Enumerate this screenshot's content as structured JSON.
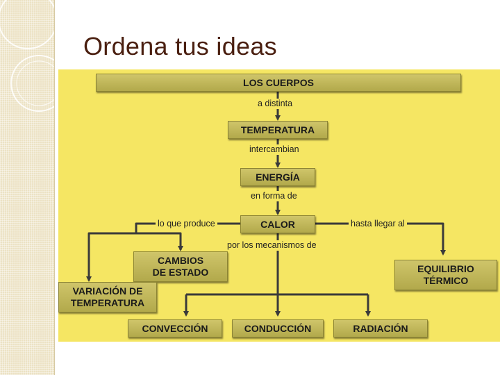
{
  "slide": {
    "title": "Ordena tus ideas"
  },
  "diagram": {
    "nodes": {
      "cuerpos": "LOS CUERPOS",
      "temperatura": "TEMPERATURA",
      "energia": "ENERGÍA",
      "calor": "CALOR",
      "cambios_l1": "CAMBIOS",
      "cambios_l2": "DE ESTADO",
      "variacion_l1": "VARIACIÓN DE",
      "variacion_l2": "TEMPERATURA",
      "equilibrio_l1": "EQUILIBRIO",
      "equilibrio_l2": "TÉRMICO",
      "conveccion": "CONVECCIÓN",
      "conduccion": "CONDUCCIÓN",
      "radiacion": "RADIACIÓN"
    },
    "labels": {
      "a_distinta": "a distinta",
      "intercambian": "intercambian",
      "en_forma_de": "en forma de",
      "lo_que_produce": "lo que produce",
      "hasta_llegar_al": "hasta llegar al",
      "por_los_mecanismos_de": "por los mecanismos de"
    },
    "colors": {
      "panel": "#f5e663",
      "box": "#c2b85a",
      "line": "#3a3a3a",
      "title": "#4a1f10"
    }
  }
}
